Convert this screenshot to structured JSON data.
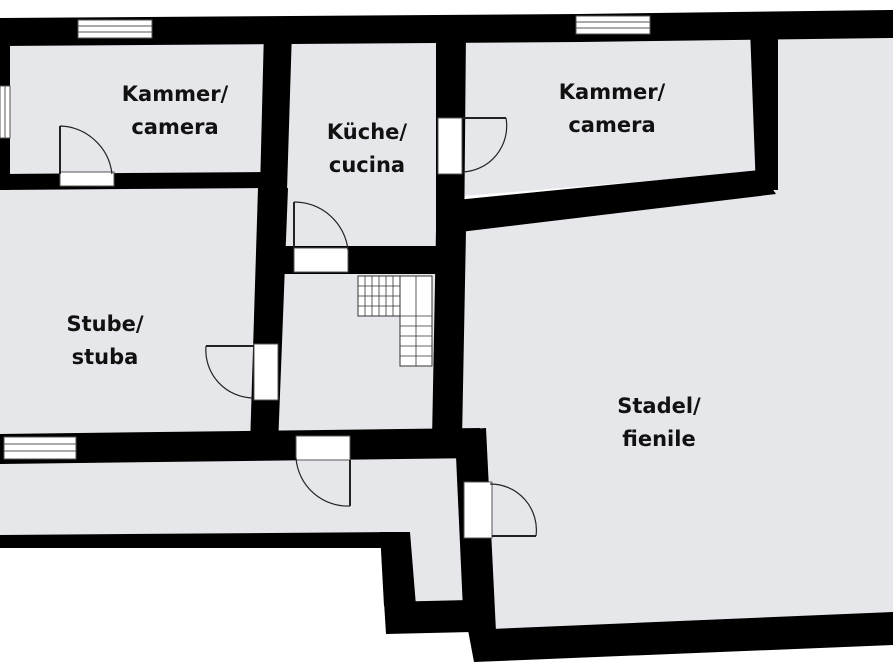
{
  "colors": {
    "wall": "#000000",
    "floor": "#e6e7eb",
    "window": "#ffffff",
    "door_swing": "#222222",
    "stairs": "#333333",
    "text": "#111111",
    "background": "#ffffff"
  },
  "rooms": [
    {
      "id": "kammer-west",
      "line1": "Kammer/",
      "line2": "camera"
    },
    {
      "id": "kueche",
      "line1": "Küche/",
      "line2": "cucina"
    },
    {
      "id": "kammer-east",
      "line1": "Kammer/",
      "line2": "camera"
    },
    {
      "id": "stube",
      "line1": "Stube/",
      "line2": "stuba"
    },
    {
      "id": "stadel",
      "line1": "Stadel/",
      "line2": "fienile"
    }
  ],
  "symbols": {
    "door_icon": "door-swing-icon",
    "window_icon": "window-icon",
    "stairs_icon": "stairs-icon"
  }
}
